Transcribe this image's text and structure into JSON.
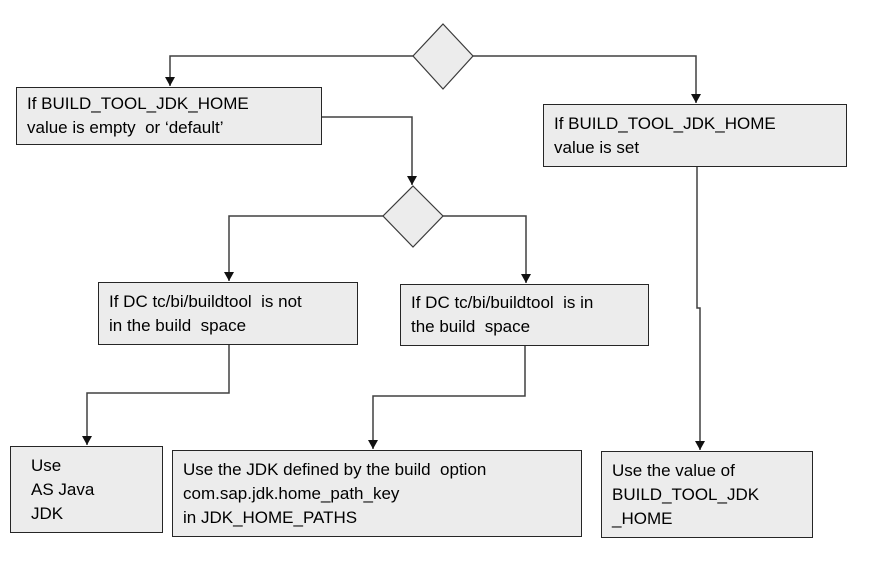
{
  "diagram": {
    "type": "flowchart",
    "background": "#ffffff",
    "colors": {
      "node_fill": "#ececec",
      "node_border": "#262626",
      "connector": "#404040",
      "text": "#000000"
    },
    "nodes": [
      {
        "id": "decision-start",
        "shape": "diamond",
        "label": ""
      },
      {
        "id": "cond-empty-or-default",
        "shape": "rect",
        "label": "If BUILD_TOOL_JDK_HOME\nvalue is empty  or ‘default’"
      },
      {
        "id": "cond-value-set",
        "shape": "rect",
        "label": "If BUILD_TOOL_JDK_HOME\nvalue is set"
      },
      {
        "id": "decision-buildtool-dc",
        "shape": "diamond",
        "label": ""
      },
      {
        "id": "cond-dc-not-in-buildspace",
        "shape": "rect",
        "label": "If DC tc/bi/buildtool  is not\nin the build  space"
      },
      {
        "id": "cond-dc-in-buildspace",
        "shape": "rect",
        "label": "If DC tc/bi/buildtool  is in\nthe build  space"
      },
      {
        "id": "result-as-java-jdk",
        "shape": "rect",
        "label": "Use\nAS Java\nJDK"
      },
      {
        "id": "result-build-option-jdk",
        "shape": "rect",
        "label": "Use the JDK defined by the build  option\ncom.sap.jdk.home_path_key\nin JDK_HOME_PATHS"
      },
      {
        "id": "result-build-tool-jdk-home",
        "shape": "rect",
        "label": "Use the value of\nBUILD_TOOL_JDK\n_HOME"
      }
    ],
    "edges": [
      {
        "from": "decision-start",
        "to": "cond-empty-or-default"
      },
      {
        "from": "decision-start",
        "to": "cond-value-set"
      },
      {
        "from": "cond-empty-or-default",
        "to": "decision-buildtool-dc"
      },
      {
        "from": "decision-buildtool-dc",
        "to": "cond-dc-not-in-buildspace"
      },
      {
        "from": "decision-buildtool-dc",
        "to": "cond-dc-in-buildspace"
      },
      {
        "from": "cond-dc-not-in-buildspace",
        "to": "result-as-java-jdk"
      },
      {
        "from": "cond-dc-in-buildspace",
        "to": "result-build-option-jdk"
      },
      {
        "from": "cond-value-set",
        "to": "result-build-tool-jdk-home"
      }
    ]
  }
}
